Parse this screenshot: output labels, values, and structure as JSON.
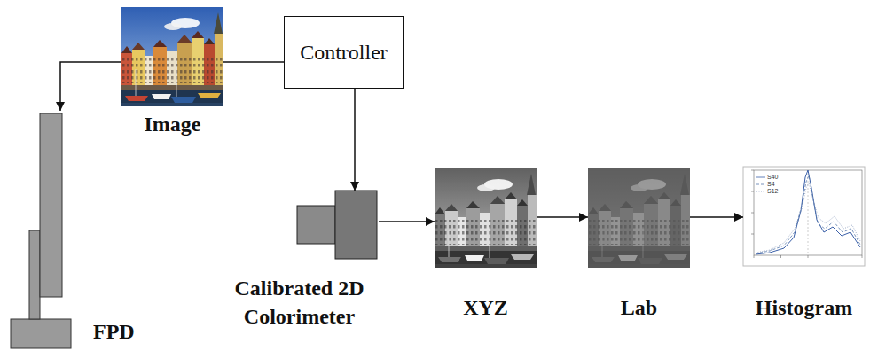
{
  "diagram": {
    "nodes": [
      {
        "text": [
          "Image"
        ]
      },
      {
        "text": [
          "Controller"
        ]
      },
      {
        "text": [
          "FPD"
        ]
      },
      {
        "text": [
          "Calibrated 2D Colorimeter"
        ]
      },
      {
        "text": [
          "XYZ"
        ]
      },
      {
        "text": [
          "Lab"
        ]
      },
      {
        "text": [
          "Histogram"
        ]
      }
    ],
    "edges": [
      {
        "from": 1,
        "to": 0,
        "arrow": "none"
      },
      {
        "from": 0,
        "to": 2,
        "arrow": "to"
      },
      {
        "from": 1,
        "to": 3,
        "arrow": "to"
      },
      {
        "from": 3,
        "to": 4,
        "arrow": "to"
      },
      {
        "from": 4,
        "to": 5,
        "arrow": "to"
      },
      {
        "from": 5,
        "to": 6,
        "arrow": "to"
      }
    ],
    "legend": [
      {
        "text": "S40"
      },
      {
        "text": "S4"
      },
      {
        "text": "S12"
      }
    ]
  }
}
